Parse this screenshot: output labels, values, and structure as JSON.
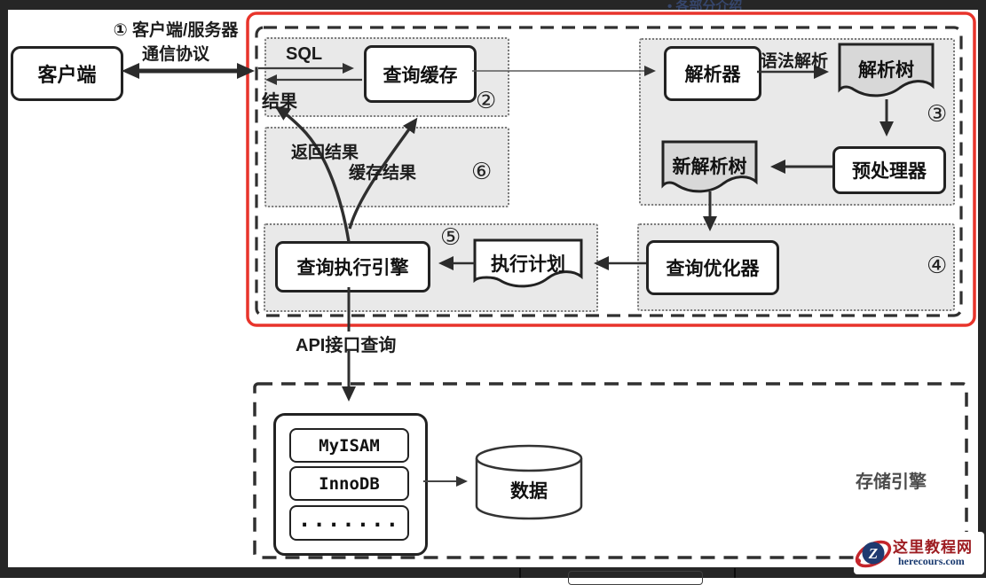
{
  "page": {
    "top_clipped_text": "• 各部分介绍",
    "colors": {
      "frame_red": "#e8342b",
      "region_fill": "#e9e9e9",
      "doc_fill": "#d8d8d8",
      "outer_background": "#262626"
    }
  },
  "diagram": {
    "client": "客户端",
    "protocol_line1": "① 客户端/服务器",
    "protocol_line2": "通信协议",
    "sql": "SQL",
    "result": "结果",
    "return_result": "返回结果",
    "cache_result": "缓存结果",
    "query_cache": "查询缓存",
    "parser": "解析器",
    "syntax_parse": "语法解析",
    "parse_tree": "解析树",
    "preprocessor": "预处理器",
    "new_parse_tree": "新解析树",
    "query_optimizer": "查询优化器",
    "execution_plan": "执行计划",
    "query_engine": "查询执行引擎",
    "api_query": "API接口查询",
    "steps": {
      "2": "②",
      "3": "③",
      "4": "④",
      "5": "⑤",
      "6": "⑥"
    },
    "storage": {
      "title": "存储引擎",
      "engines": [
        "MyISAM",
        "InnoDB",
        "......."
      ],
      "data": "数据"
    }
  },
  "watermark": {
    "site_name": "这里教程网",
    "site_url": "herecours.com",
    "logo_letter": "Z"
  }
}
